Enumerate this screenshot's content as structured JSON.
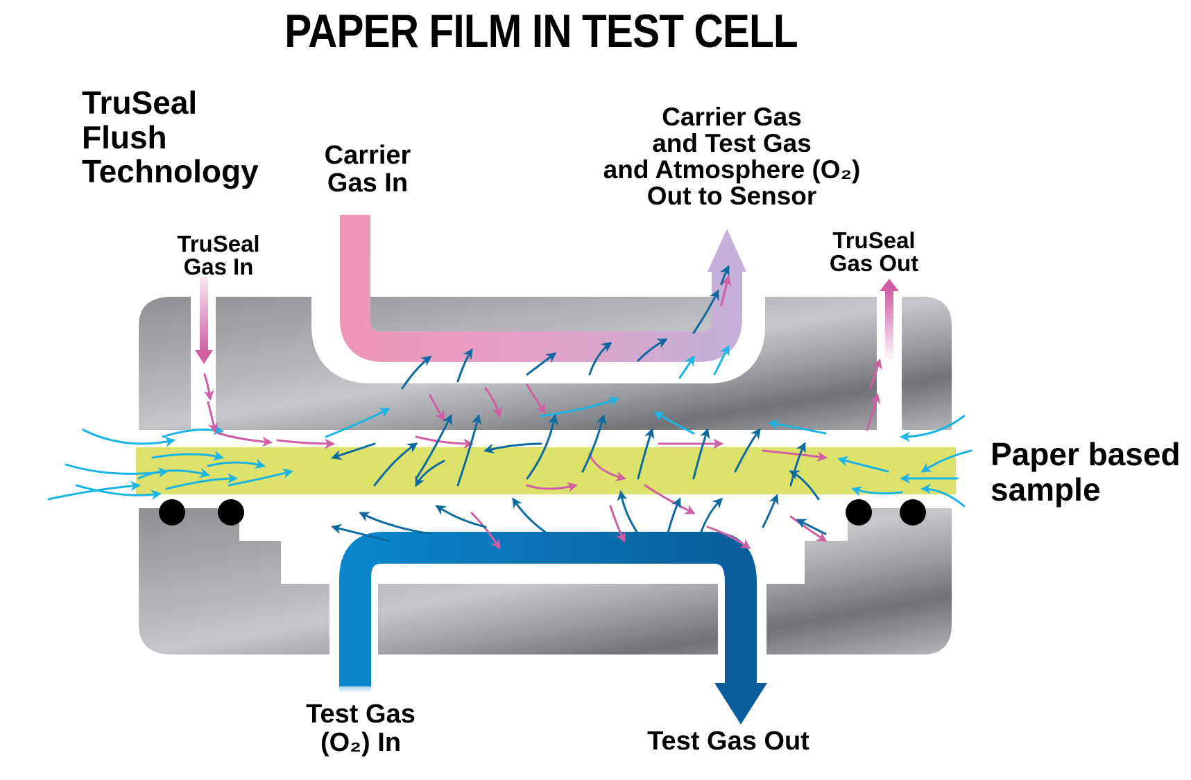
{
  "title": "PAPER FILM IN TEST CELL",
  "labels": {
    "technology": "TruSeal\nFlush\nTechnology",
    "carrier_gas_in": "Carrier\nGas In",
    "truseal_gas_in": "TruSeal\nGas In",
    "carrier_out_to_sensor": "Carrier Gas\nand Test Gas\nand Atmosphere (O₂)\nOut to Sensor",
    "truseal_gas_out": "TruSeal\nGas Out",
    "sample": "Paper based\nsample",
    "test_gas_in": "Test Gas\n(O₂) In",
    "test_gas_out": "Test Gas Out"
  },
  "colors": {
    "carrier_gas": "#ee96b8",
    "carrier_outflow": "#c4b0d8",
    "truseal_gas": "#d15ea3",
    "test_gas": "#0a7cc4",
    "test_gas_dark": "#0a5e9c",
    "atmosphere_arrow": "#1ab4e6",
    "sample_fill": "#dde26c",
    "cell_body": "#9a9b9f",
    "o_ring": "#000000"
  },
  "legend_semantics": {
    "pink_arrows": "TruSeal / carrier gas",
    "light_blue_arrows": "Atmosphere (O₂) ingress",
    "dark_blue_arrows": "Test gas (O₂)"
  }
}
